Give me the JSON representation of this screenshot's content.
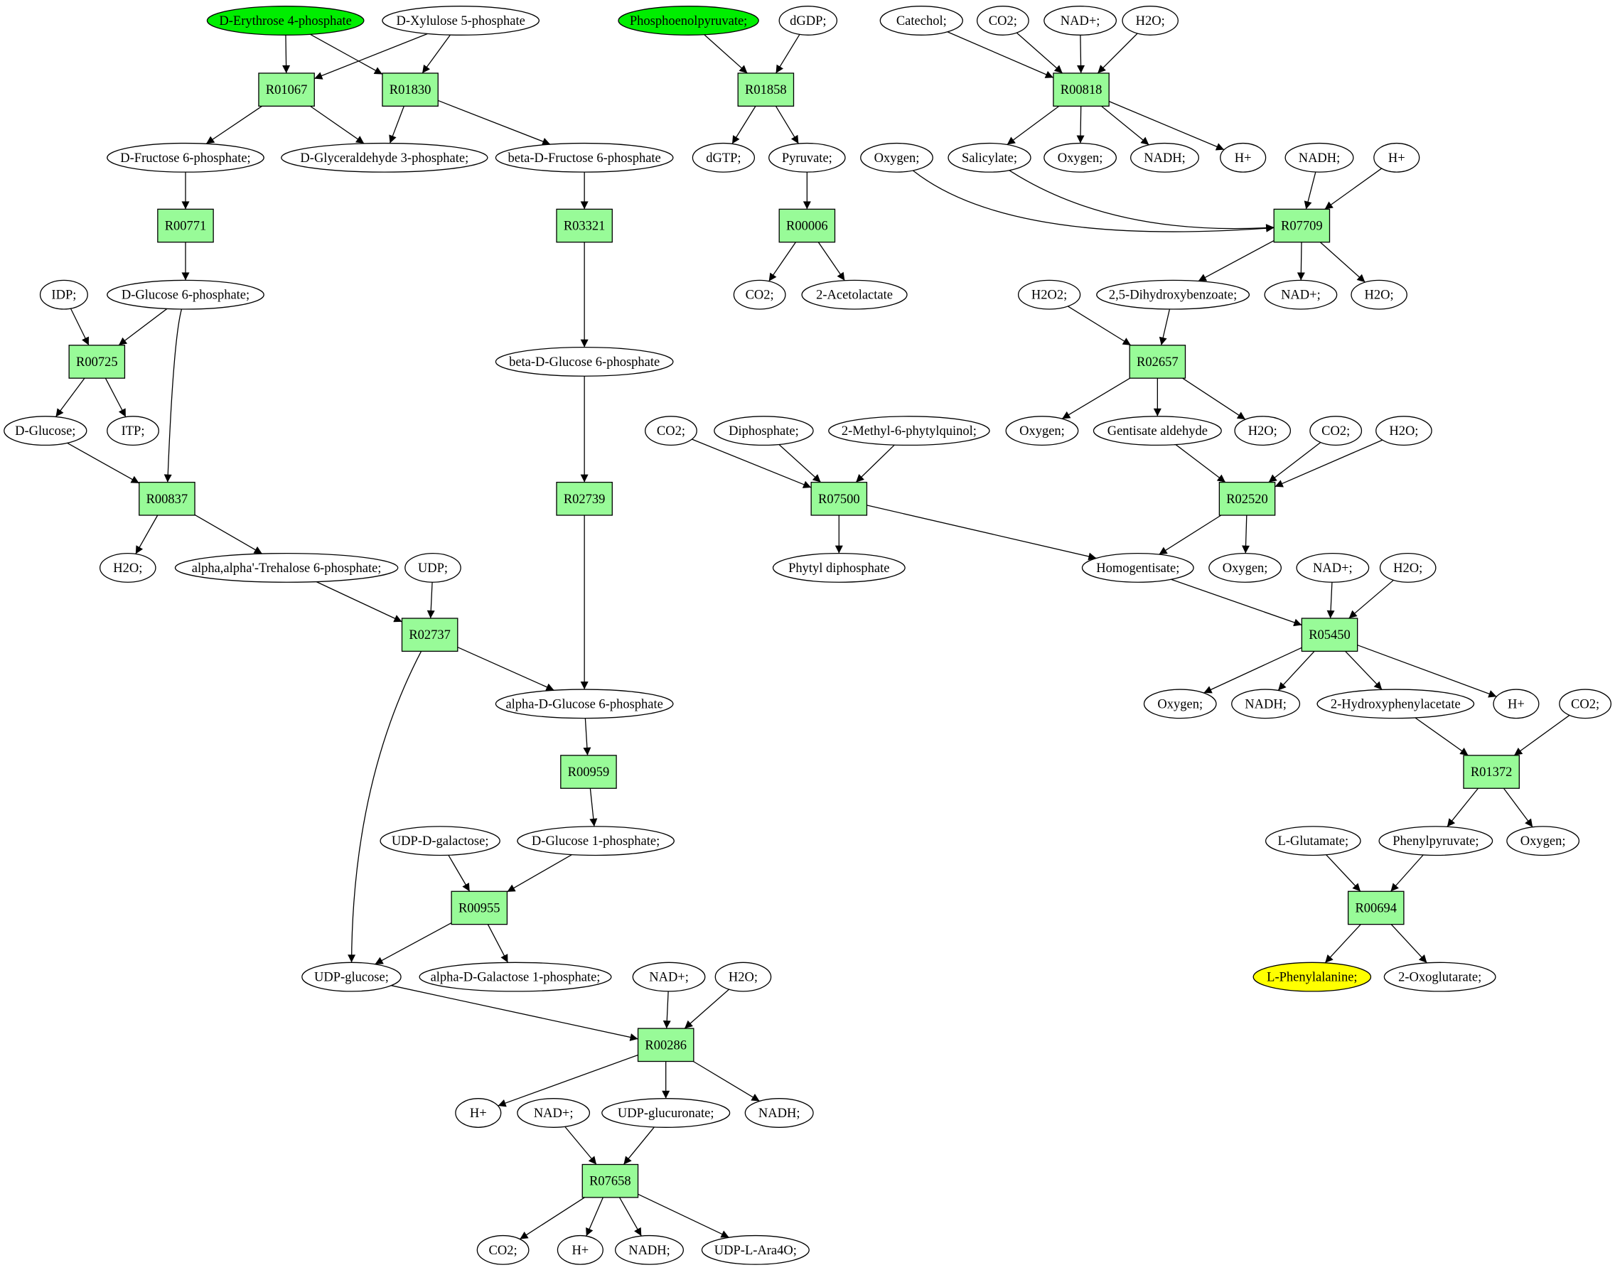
{
  "colors": {
    "reaction_fill": "#98fb98",
    "metabolite_fill": "#ffffff",
    "source_fill": "#00ee00",
    "target_fill": "#ffff00",
    "stroke": "#000000"
  },
  "reactions": [
    {
      "id": "r-R01067",
      "label": "R01067"
    },
    {
      "id": "r-R01830",
      "label": "R01830"
    },
    {
      "id": "r-R00771",
      "label": "R00771"
    },
    {
      "id": "r-R03321",
      "label": "R03321"
    },
    {
      "id": "r-R00725",
      "label": "R00725"
    },
    {
      "id": "r-R00837",
      "label": "R00837"
    },
    {
      "id": "r-R02739",
      "label": "R02739"
    },
    {
      "id": "r-R02737",
      "label": "R02737"
    },
    {
      "id": "r-R00959",
      "label": "R00959"
    },
    {
      "id": "r-R00955",
      "label": "R00955"
    },
    {
      "id": "r-R00286",
      "label": "R00286"
    },
    {
      "id": "r-R07658",
      "label": "R07658"
    },
    {
      "id": "r-R01858",
      "label": "R01858"
    },
    {
      "id": "r-R00006",
      "label": "R00006"
    },
    {
      "id": "r-R00818",
      "label": "R00818"
    },
    {
      "id": "r-R07709",
      "label": "R07709"
    },
    {
      "id": "r-R02657",
      "label": "R02657"
    },
    {
      "id": "r-R07500",
      "label": "R07500"
    },
    {
      "id": "r-R02520",
      "label": "R02520"
    },
    {
      "id": "r-R05450",
      "label": "R05450"
    },
    {
      "id": "r-R01372",
      "label": "R01372"
    },
    {
      "id": "r-R00694",
      "label": "R00694"
    }
  ],
  "metabolites": [
    {
      "id": "m-ery4p",
      "label": "D-Erythrose 4-phosphate",
      "kind": "source"
    },
    {
      "id": "m-xyl5p",
      "label": "D-Xylulose 5-phosphate",
      "kind": "normal"
    },
    {
      "id": "m-fru6p",
      "label": "D-Fructose 6-phosphate;",
      "kind": "normal"
    },
    {
      "id": "m-gap",
      "label": "D-Glyceraldehyde 3-phosphate;",
      "kind": "normal"
    },
    {
      "id": "m-bfru6p",
      "label": "beta-D-Fructose 6-phosphate",
      "kind": "normal"
    },
    {
      "id": "m-idp",
      "label": "IDP;",
      "kind": "normal"
    },
    {
      "id": "m-glc6p",
      "label": "D-Glucose 6-phosphate;",
      "kind": "normal"
    },
    {
      "id": "m-dglucose",
      "label": "D-Glucose;",
      "kind": "normal"
    },
    {
      "id": "m-itp",
      "label": "ITP;",
      "kind": "normal"
    },
    {
      "id": "m-bglc6p",
      "label": "beta-D-Glucose 6-phosphate",
      "kind": "normal"
    },
    {
      "id": "m-h2o-a",
      "label": "H2O;",
      "kind": "normal"
    },
    {
      "id": "m-tre6p",
      "label": "alpha,alpha'-Trehalose 6-phosphate;",
      "kind": "normal"
    },
    {
      "id": "m-udp",
      "label": "UDP;",
      "kind": "normal"
    },
    {
      "id": "m-aglc6p",
      "label": "alpha-D-Glucose 6-phosphate",
      "kind": "normal"
    },
    {
      "id": "m-udpgal",
      "label": "UDP-D-galactose;",
      "kind": "normal"
    },
    {
      "id": "m-glc1p",
      "label": "D-Glucose 1-phosphate;",
      "kind": "normal"
    },
    {
      "id": "m-udpglc",
      "label": "UDP-glucose;",
      "kind": "normal"
    },
    {
      "id": "m-gal1p",
      "label": "alpha-D-Galactose 1-phosphate;",
      "kind": "normal"
    },
    {
      "id": "m-nad-a",
      "label": "NAD+;",
      "kind": "normal"
    },
    {
      "id": "m-h2o-b",
      "label": "H2O;",
      "kind": "normal"
    },
    {
      "id": "m-h-a",
      "label": "H+",
      "kind": "normal"
    },
    {
      "id": "m-nad-b",
      "label": "NAD+;",
      "kind": "normal"
    },
    {
      "id": "m-udpglcur",
      "label": "UDP-glucuronate;",
      "kind": "normal"
    },
    {
      "id": "m-nadh-a",
      "label": "NADH;",
      "kind": "normal"
    },
    {
      "id": "m-co2-a",
      "label": "CO2;",
      "kind": "normal"
    },
    {
      "id": "m-h-b",
      "label": "H+",
      "kind": "normal"
    },
    {
      "id": "m-nadh-b",
      "label": "NADH;",
      "kind": "normal"
    },
    {
      "id": "m-udpara",
      "label": "UDP-L-Ara4O;",
      "kind": "normal"
    },
    {
      "id": "m-pep",
      "label": "Phosphoenolpyruvate;",
      "kind": "source"
    },
    {
      "id": "m-dgdp",
      "label": "dGDP;",
      "kind": "normal"
    },
    {
      "id": "m-dgtp",
      "label": "dGTP;",
      "kind": "normal"
    },
    {
      "id": "m-pyr",
      "label": "Pyruvate;",
      "kind": "normal"
    },
    {
      "id": "m-co2-b",
      "label": "CO2;",
      "kind": "normal"
    },
    {
      "id": "m-acetolac",
      "label": "2-Acetolactate",
      "kind": "normal"
    },
    {
      "id": "m-catechol",
      "label": "Catechol;",
      "kind": "normal"
    },
    {
      "id": "m-co2-c",
      "label": "CO2;",
      "kind": "normal"
    },
    {
      "id": "m-nad-c",
      "label": "NAD+;",
      "kind": "normal"
    },
    {
      "id": "m-h2o-c",
      "label": "H2O;",
      "kind": "normal"
    },
    {
      "id": "m-oxy-a",
      "label": "Oxygen;",
      "kind": "normal"
    },
    {
      "id": "m-salic",
      "label": "Salicylate;",
      "kind": "normal"
    },
    {
      "id": "m-oxy-b",
      "label": "Oxygen;",
      "kind": "normal"
    },
    {
      "id": "m-nadh-c",
      "label": "NADH;",
      "kind": "normal"
    },
    {
      "id": "m-h-c",
      "label": "H+",
      "kind": "normal"
    },
    {
      "id": "m-nadh-d",
      "label": "NADH;",
      "kind": "normal"
    },
    {
      "id": "m-h-d",
      "label": "H+",
      "kind": "normal"
    },
    {
      "id": "m-h2o2",
      "label": "H2O2;",
      "kind": "normal"
    },
    {
      "id": "m-dhb",
      "label": "2,5-Dihydroxybenzoate;",
      "kind": "normal"
    },
    {
      "id": "m-nad-d",
      "label": "NAD+;",
      "kind": "normal"
    },
    {
      "id": "m-h2o-d",
      "label": "H2O;",
      "kind": "normal"
    },
    {
      "id": "m-oxy-c",
      "label": "Oxygen;",
      "kind": "normal"
    },
    {
      "id": "m-gentald",
      "label": "Gentisate aldehyde",
      "kind": "normal"
    },
    {
      "id": "m-h2o-e",
      "label": "H2O;",
      "kind": "normal"
    },
    {
      "id": "m-co2-d",
      "label": "CO2;",
      "kind": "normal"
    },
    {
      "id": "m-h2o-f",
      "label": "H2O;",
      "kind": "normal"
    },
    {
      "id": "m-co2-e",
      "label": "CO2;",
      "kind": "normal"
    },
    {
      "id": "m-ppi",
      "label": "Diphosphate;",
      "kind": "normal"
    },
    {
      "id": "m-mpq",
      "label": "2-Methyl-6-phytylquinol;",
      "kind": "normal"
    },
    {
      "id": "m-phytpp",
      "label": "Phytyl diphosphate",
      "kind": "normal"
    },
    {
      "id": "m-homogent",
      "label": "Homogentisate;",
      "kind": "normal"
    },
    {
      "id": "m-oxy-d",
      "label": "Oxygen;",
      "kind": "normal"
    },
    {
      "id": "m-nad-e",
      "label": "NAD+;",
      "kind": "normal"
    },
    {
      "id": "m-h2o-g",
      "label": "H2O;",
      "kind": "normal"
    },
    {
      "id": "m-oxy-e",
      "label": "Oxygen;",
      "kind": "normal"
    },
    {
      "id": "m-nadh-e",
      "label": "NADH;",
      "kind": "normal"
    },
    {
      "id": "m-hpa",
      "label": "2-Hydroxyphenylacetate",
      "kind": "normal"
    },
    {
      "id": "m-h-e",
      "label": "H+",
      "kind": "normal"
    },
    {
      "id": "m-co2-f",
      "label": "CO2;",
      "kind": "normal"
    },
    {
      "id": "m-glu",
      "label": "L-Glutamate;",
      "kind": "normal"
    },
    {
      "id": "m-phpyr",
      "label": "Phenylpyruvate;",
      "kind": "normal"
    },
    {
      "id": "m-oxy-f",
      "label": "Oxygen;",
      "kind": "normal"
    },
    {
      "id": "m-phe",
      "label": "L-Phenylalanine;",
      "kind": "target"
    },
    {
      "id": "m-akg",
      "label": "2-Oxoglutarate;",
      "kind": "normal"
    }
  ]
}
